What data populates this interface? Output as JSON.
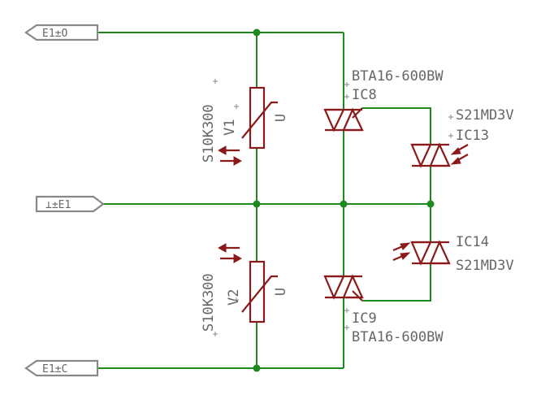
{
  "ports": {
    "top": "E1±O",
    "mid": "⊥±E1",
    "bottom": "E1±C"
  },
  "varistors": {
    "v1": {
      "value": "S10K300",
      "name": "V1",
      "mark": "U"
    },
    "v2": {
      "value": "S10K300",
      "name": "V2",
      "mark": "U"
    }
  },
  "triacs": {
    "ic8": {
      "part": "BTA16-600BW",
      "name": "IC8"
    },
    "ic9": {
      "part": "BTA16-600BW",
      "name": "IC9"
    }
  },
  "optotriacs": {
    "ic13": {
      "part": "S21MD3V",
      "name": "IC13"
    },
    "ic14": {
      "part": "S21MD3V",
      "name": "IC14"
    }
  },
  "colors": {
    "wire": "#1e8a1e",
    "component": "#8b1a1a",
    "label": "#666666"
  }
}
